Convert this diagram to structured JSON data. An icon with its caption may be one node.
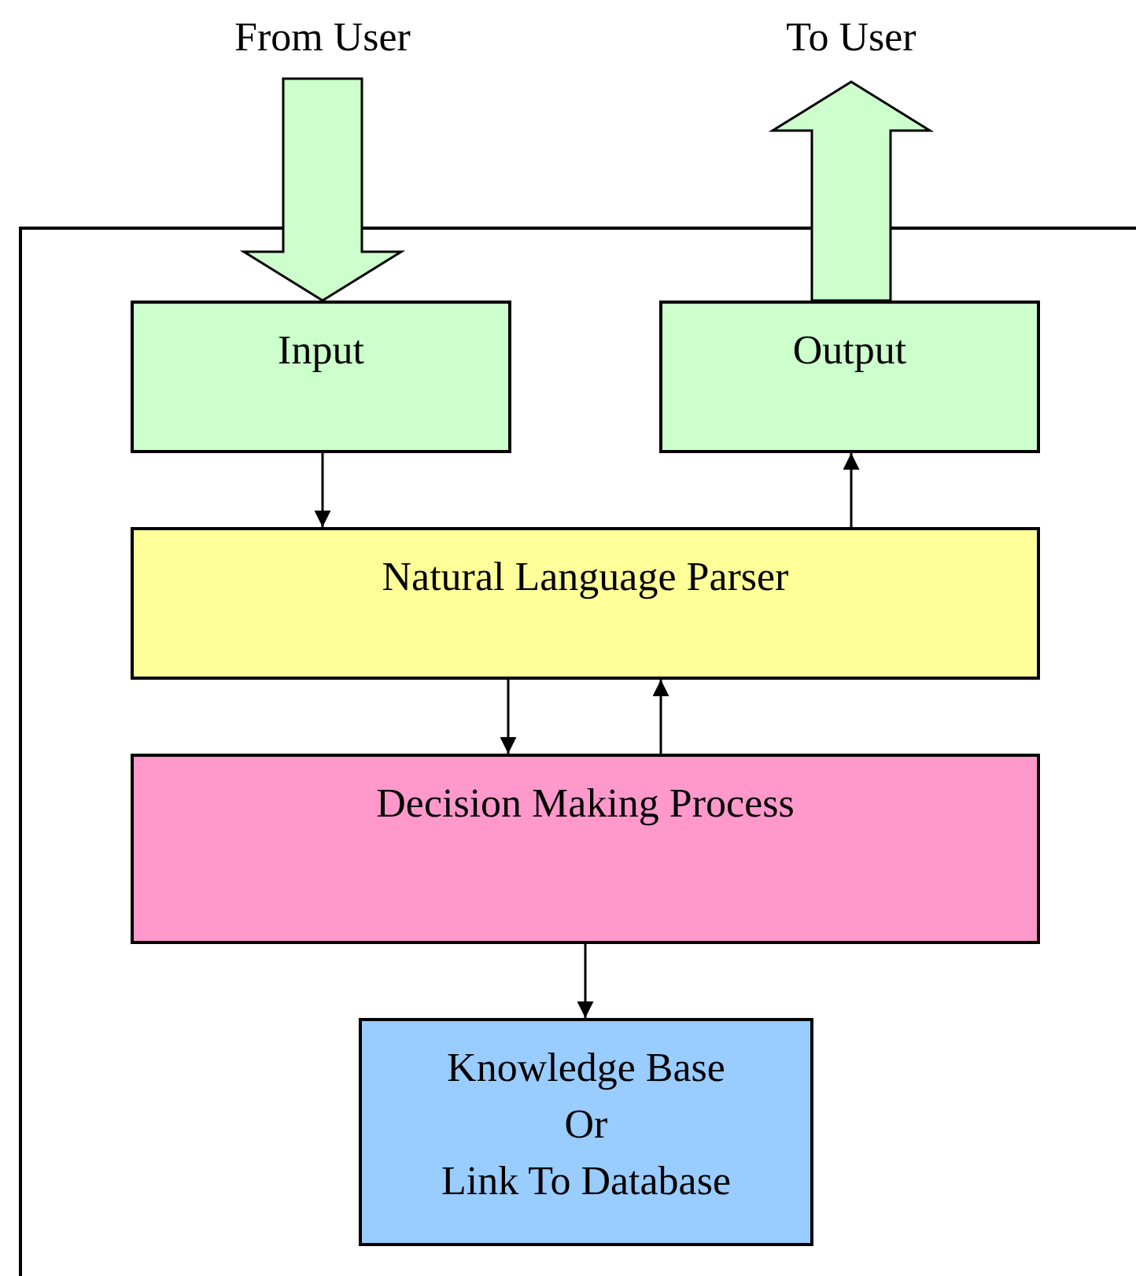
{
  "diagram": {
    "nodes": [
      {
        "text": [],
        "shape": "box"
      },
      {
        "text": [
          "From User"
        ]
      },
      {
        "text": [
          "To User"
        ]
      },
      {
        "text": [
          "Input"
        ],
        "in": 0
      },
      {
        "text": [
          "Output"
        ],
        "in": 0
      },
      {
        "text": [
          "Natural Language Parser"
        ],
        "in": 0
      },
      {
        "text": [
          "Decision Making Process"
        ],
        "in": 0
      },
      {
        "text": [
          "Knowledge Base",
          "Or",
          "Link To Database"
        ],
        "in": 0
      }
    ],
    "edges": [
      {
        "from": 1,
        "to": 3,
        "arrow": "to",
        "style": "thick",
        "color": "#ccffcc"
      },
      {
        "from": 4,
        "to": 2,
        "arrow": "to",
        "style": "thick",
        "color": "#ccffcc"
      },
      {
        "from": 3,
        "to": 5,
        "arrow": "to"
      },
      {
        "from": 5,
        "to": 4,
        "arrow": "to"
      },
      {
        "from": 5,
        "to": 6,
        "arrow": "to"
      },
      {
        "from": 6,
        "to": 5,
        "arrow": "to"
      },
      {
        "from": 6,
        "to": 7,
        "arrow": "to"
      }
    ]
  }
}
